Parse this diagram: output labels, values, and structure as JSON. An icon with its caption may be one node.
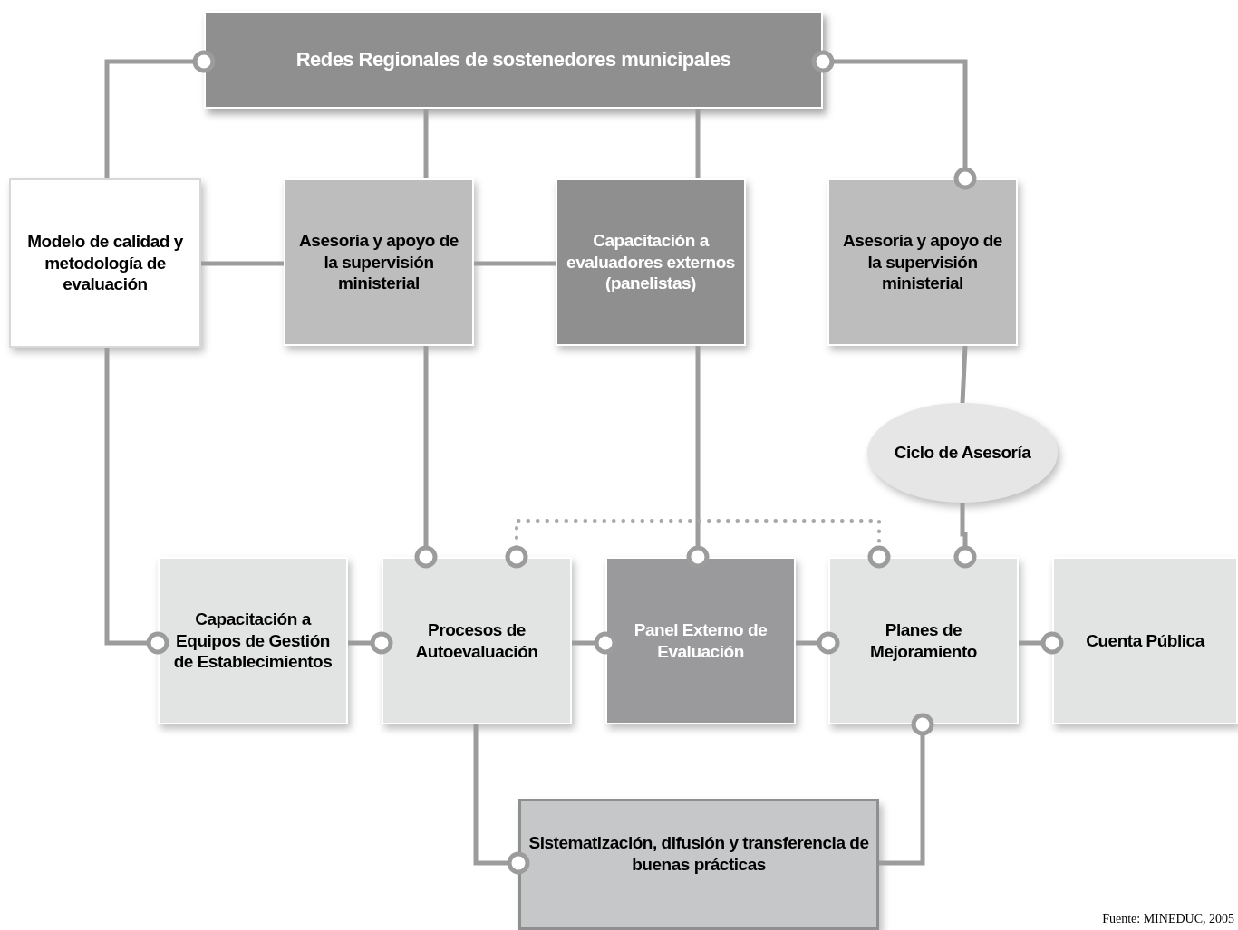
{
  "diagram": {
    "nodes": [
      {
        "text": [
          "Redes Regionales de sostenedores municipales"
        ]
      },
      {
        "text": [
          "Modelo de calidad y metodología de evaluación"
        ]
      },
      {
        "text": [
          "Asesoría y apoyo de la supervisión ministerial"
        ]
      },
      {
        "text": [
          "Capacitación a evaluadores externos (panelistas)"
        ]
      },
      {
        "text": [
          "Asesoría y apoyo de la supervisión ministerial"
        ]
      },
      {
        "text": [
          "Ciclo de Asesoría"
        ]
      },
      {
        "text": [
          "Capacitación a Equipos de Gestión de Establecimientos"
        ]
      },
      {
        "text": [
          "Procesos de Autoevaluación"
        ]
      },
      {
        "text": [
          "Panel Externo de Evaluación"
        ]
      },
      {
        "text": [
          "Planes de Mejoramiento"
        ]
      },
      {
        "text": [
          "Cuenta Pública"
        ]
      },
      {
        "text": [
          "Sistematización, difusión y transferencia de buenas prácticas"
        ]
      }
    ],
    "edges": [
      {
        "from": 1,
        "to": 0,
        "arrow": "other"
      },
      {
        "from": 0,
        "to": 2,
        "arrow": "none"
      },
      {
        "from": 0,
        "to": 3,
        "arrow": "none"
      },
      {
        "from": 0,
        "to": 4,
        "arrow": "other"
      },
      {
        "from": 1,
        "to": 2,
        "arrow": "none"
      },
      {
        "from": 2,
        "to": 3,
        "arrow": "none"
      },
      {
        "from": 1,
        "to": 6,
        "arrow": "other"
      },
      {
        "from": 2,
        "to": 7,
        "arrow": "other"
      },
      {
        "from": 3,
        "to": 8,
        "arrow": "other"
      },
      {
        "from": 4,
        "to": 5,
        "arrow": "none"
      },
      {
        "from": 5,
        "to": 9,
        "arrow": "other"
      },
      {
        "from": 7,
        "to": 9,
        "arrow": "other",
        "style": "dashed"
      },
      {
        "from": 6,
        "to": 7,
        "arrow": "other"
      },
      {
        "from": 7,
        "to": 8,
        "arrow": "other"
      },
      {
        "from": 8,
        "to": 9,
        "arrow": "other"
      },
      {
        "from": 9,
        "to": 10,
        "arrow": "other"
      },
      {
        "from": 7,
        "to": 11,
        "arrow": "other"
      },
      {
        "from": 11,
        "to": 9,
        "arrow": "other"
      }
    ],
    "labels": [
      "Fuente: MINEDUC, 2005"
    ]
  }
}
